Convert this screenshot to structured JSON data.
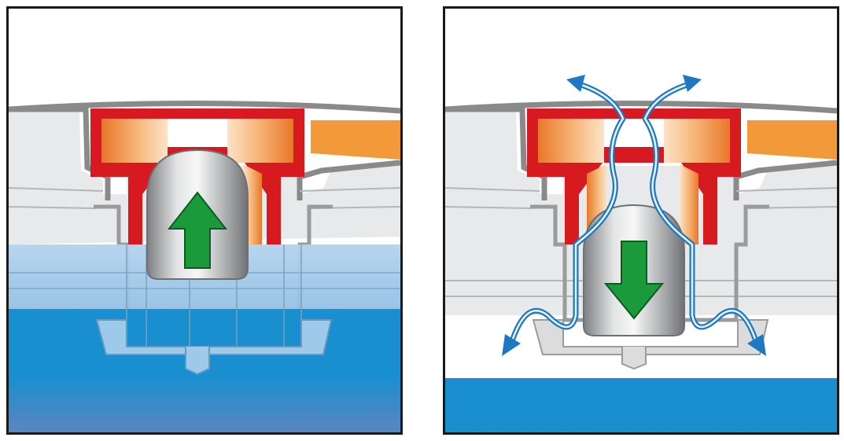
{
  "diagram": {
    "panels": [
      {
        "id": "closed",
        "arrow": "up",
        "ball_state": "raised"
      },
      {
        "id": "open",
        "arrow": "down",
        "ball_state": "lowered"
      }
    ],
    "colors": {
      "frame": "#1a1a1a",
      "outer_shell": "#8a8a8a",
      "housing_red": "#d71920",
      "seat_orange": "#f29a3a",
      "ball_silver": "#c9cbcd",
      "arrow_green": "#1a9a3a",
      "water_light": "#9fc6e6",
      "water_deep": "#1a8fd0",
      "flow_blue": "#1e78c2"
    }
  }
}
